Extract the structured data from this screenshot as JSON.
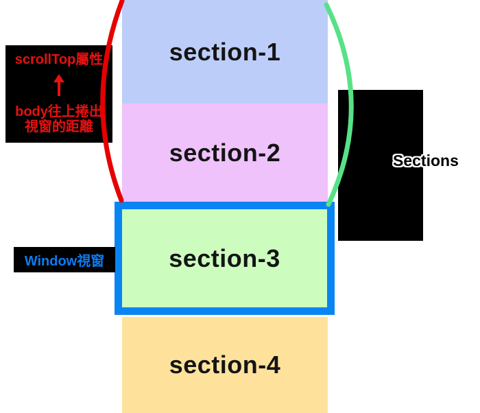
{
  "scrolltop_label": {
    "line1": "scrollTop屬性",
    "arrow_icon": "up-arrow",
    "line2": "body往上捲出",
    "line3": "視窗的距離"
  },
  "window_label": "Window視窗",
  "sections_overlay_label": "Sections",
  "sections": [
    {
      "label": "section-1",
      "color": "#bccdfa"
    },
    {
      "label": "section-2",
      "color": "#efc2fb"
    },
    {
      "label": "section-3",
      "color": "#cdfcbf"
    },
    {
      "label": "section-4",
      "color": "#fee29c"
    }
  ],
  "colors": {
    "viewport_border": "#0984f3",
    "curve_left_red": "#e60000",
    "curve_right_green": "#57e287",
    "scrolltop_text": "#e81010",
    "window_text": "#0d7bf0",
    "annotation_background": "#000000"
  }
}
